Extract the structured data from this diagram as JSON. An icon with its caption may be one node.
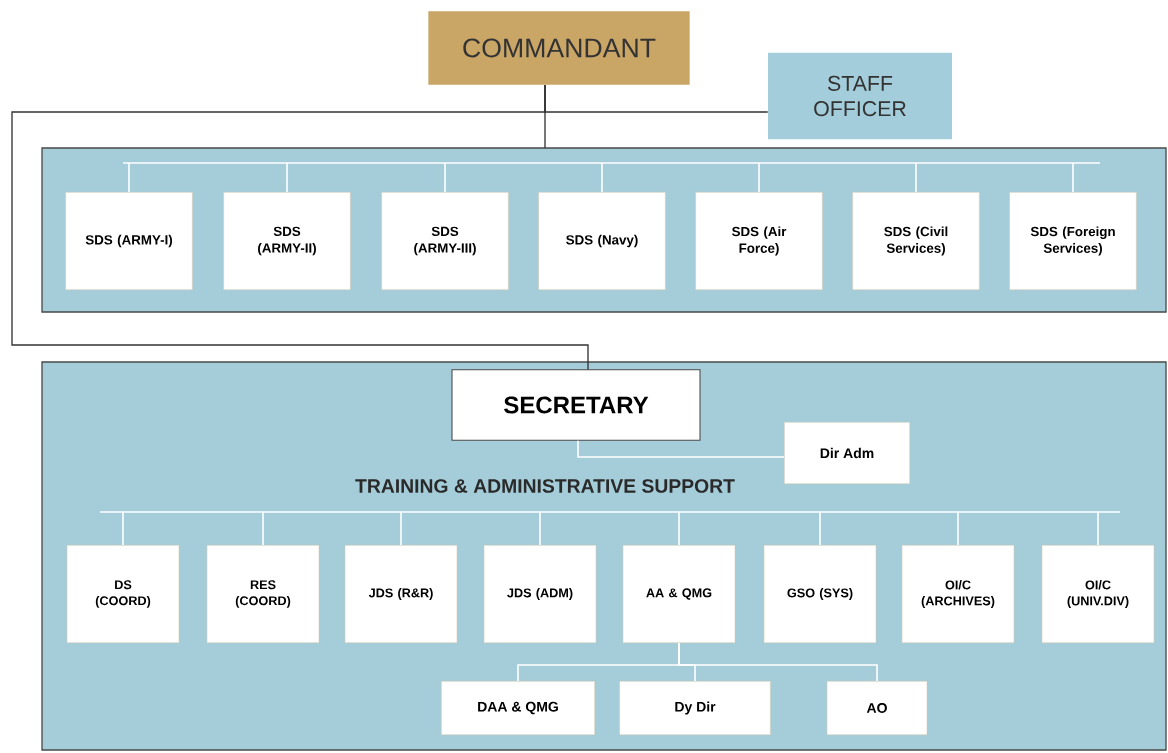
{
  "diagram": {
    "nodes": [
      {
        "text": [
          "COMMANDANT"
        ]
      },
      {
        "text": [
          "STAFF OFFICER"
        ]
      },
      {
        "text": [],
        "shape": "box"
      },
      {
        "text": [
          "SDS (ARMY-I)"
        ],
        "in": 2
      },
      {
        "text": [
          "SDS (ARMY-II)"
        ],
        "in": 2
      },
      {
        "text": [
          "SDS (ARMY-III)"
        ],
        "in": 2
      },
      {
        "text": [
          "SDS (Navy)"
        ],
        "in": 2
      },
      {
        "text": [
          "SDS (Air Force)"
        ],
        "in": 2
      },
      {
        "text": [
          "SDS (Civil Services)"
        ],
        "in": 2
      },
      {
        "text": [
          "SDS (Foreign Services)"
        ],
        "in": 2
      },
      {
        "text": [],
        "shape": "box"
      },
      {
        "text": [
          "SECRETARY"
        ],
        "in": 10
      },
      {
        "text": [
          "Dir Adm"
        ],
        "in": 10
      },
      {
        "text": [
          "DS (COORD)"
        ],
        "in": 10
      },
      {
        "text": [
          "RES (COORD)"
        ],
        "in": 10
      },
      {
        "text": [
          "JDS (R&R)"
        ],
        "in": 10
      },
      {
        "text": [
          "JDS (ADM)"
        ],
        "in": 10
      },
      {
        "text": [
          "AA & QMG"
        ],
        "in": 10
      },
      {
        "text": [
          "GSO (SYS)"
        ],
        "in": 10
      },
      {
        "text": [
          "OI/C (ARCHIVES)"
        ],
        "in": 10
      },
      {
        "text": [
          "OI/C (UNIV.DIV)"
        ],
        "in": 10
      },
      {
        "text": [
          "DAA & QMG"
        ],
        "in": 10
      },
      {
        "text": [
          "Dy Dir"
        ],
        "in": 10
      },
      {
        "text": [
          "AO"
        ],
        "in": 10
      }
    ],
    "edges": [
      {
        "from": 0,
        "to": 1,
        "arrow": "none",
        "color": "#333333"
      },
      {
        "from": 0,
        "to": 2,
        "arrow": "none",
        "color": "#333333"
      },
      {
        "from": 0,
        "to": 11,
        "arrow": "none",
        "color": "#333333"
      },
      {
        "from": null,
        "to": 3,
        "arrow": "none"
      },
      {
        "from": null,
        "to": 4,
        "arrow": "none"
      },
      {
        "from": null,
        "to": 5,
        "arrow": "none"
      },
      {
        "from": null,
        "to": 6,
        "arrow": "none"
      },
      {
        "from": null,
        "to": 7,
        "arrow": "none"
      },
      {
        "from": null,
        "to": 8,
        "arrow": "none"
      },
      {
        "from": null,
        "to": 9,
        "arrow": "none"
      },
      {
        "from": 12,
        "to": 11,
        "arrow": "none"
      },
      {
        "from": null,
        "to": 13,
        "arrow": "none"
      },
      {
        "from": null,
        "to": 14,
        "arrow": "none"
      },
      {
        "from": null,
        "to": 15,
        "arrow": "none"
      },
      {
        "from": null,
        "to": 16,
        "arrow": "none"
      },
      {
        "from": null,
        "to": 17,
        "arrow": "none"
      },
      {
        "from": null,
        "to": 18,
        "arrow": "none"
      },
      {
        "from": null,
        "to": 19,
        "arrow": "none"
      },
      {
        "from": null,
        "to": 20,
        "arrow": "none"
      },
      {
        "from": 17,
        "to": 21,
        "arrow": "none"
      },
      {
        "from": 17,
        "to": 22,
        "arrow": "none"
      },
      {
        "from": 17,
        "to": 23,
        "arrow": "none"
      }
    ],
    "labels": [
      "TRAINING & ADMINISTRATIVE SUPPORT"
    ]
  }
}
